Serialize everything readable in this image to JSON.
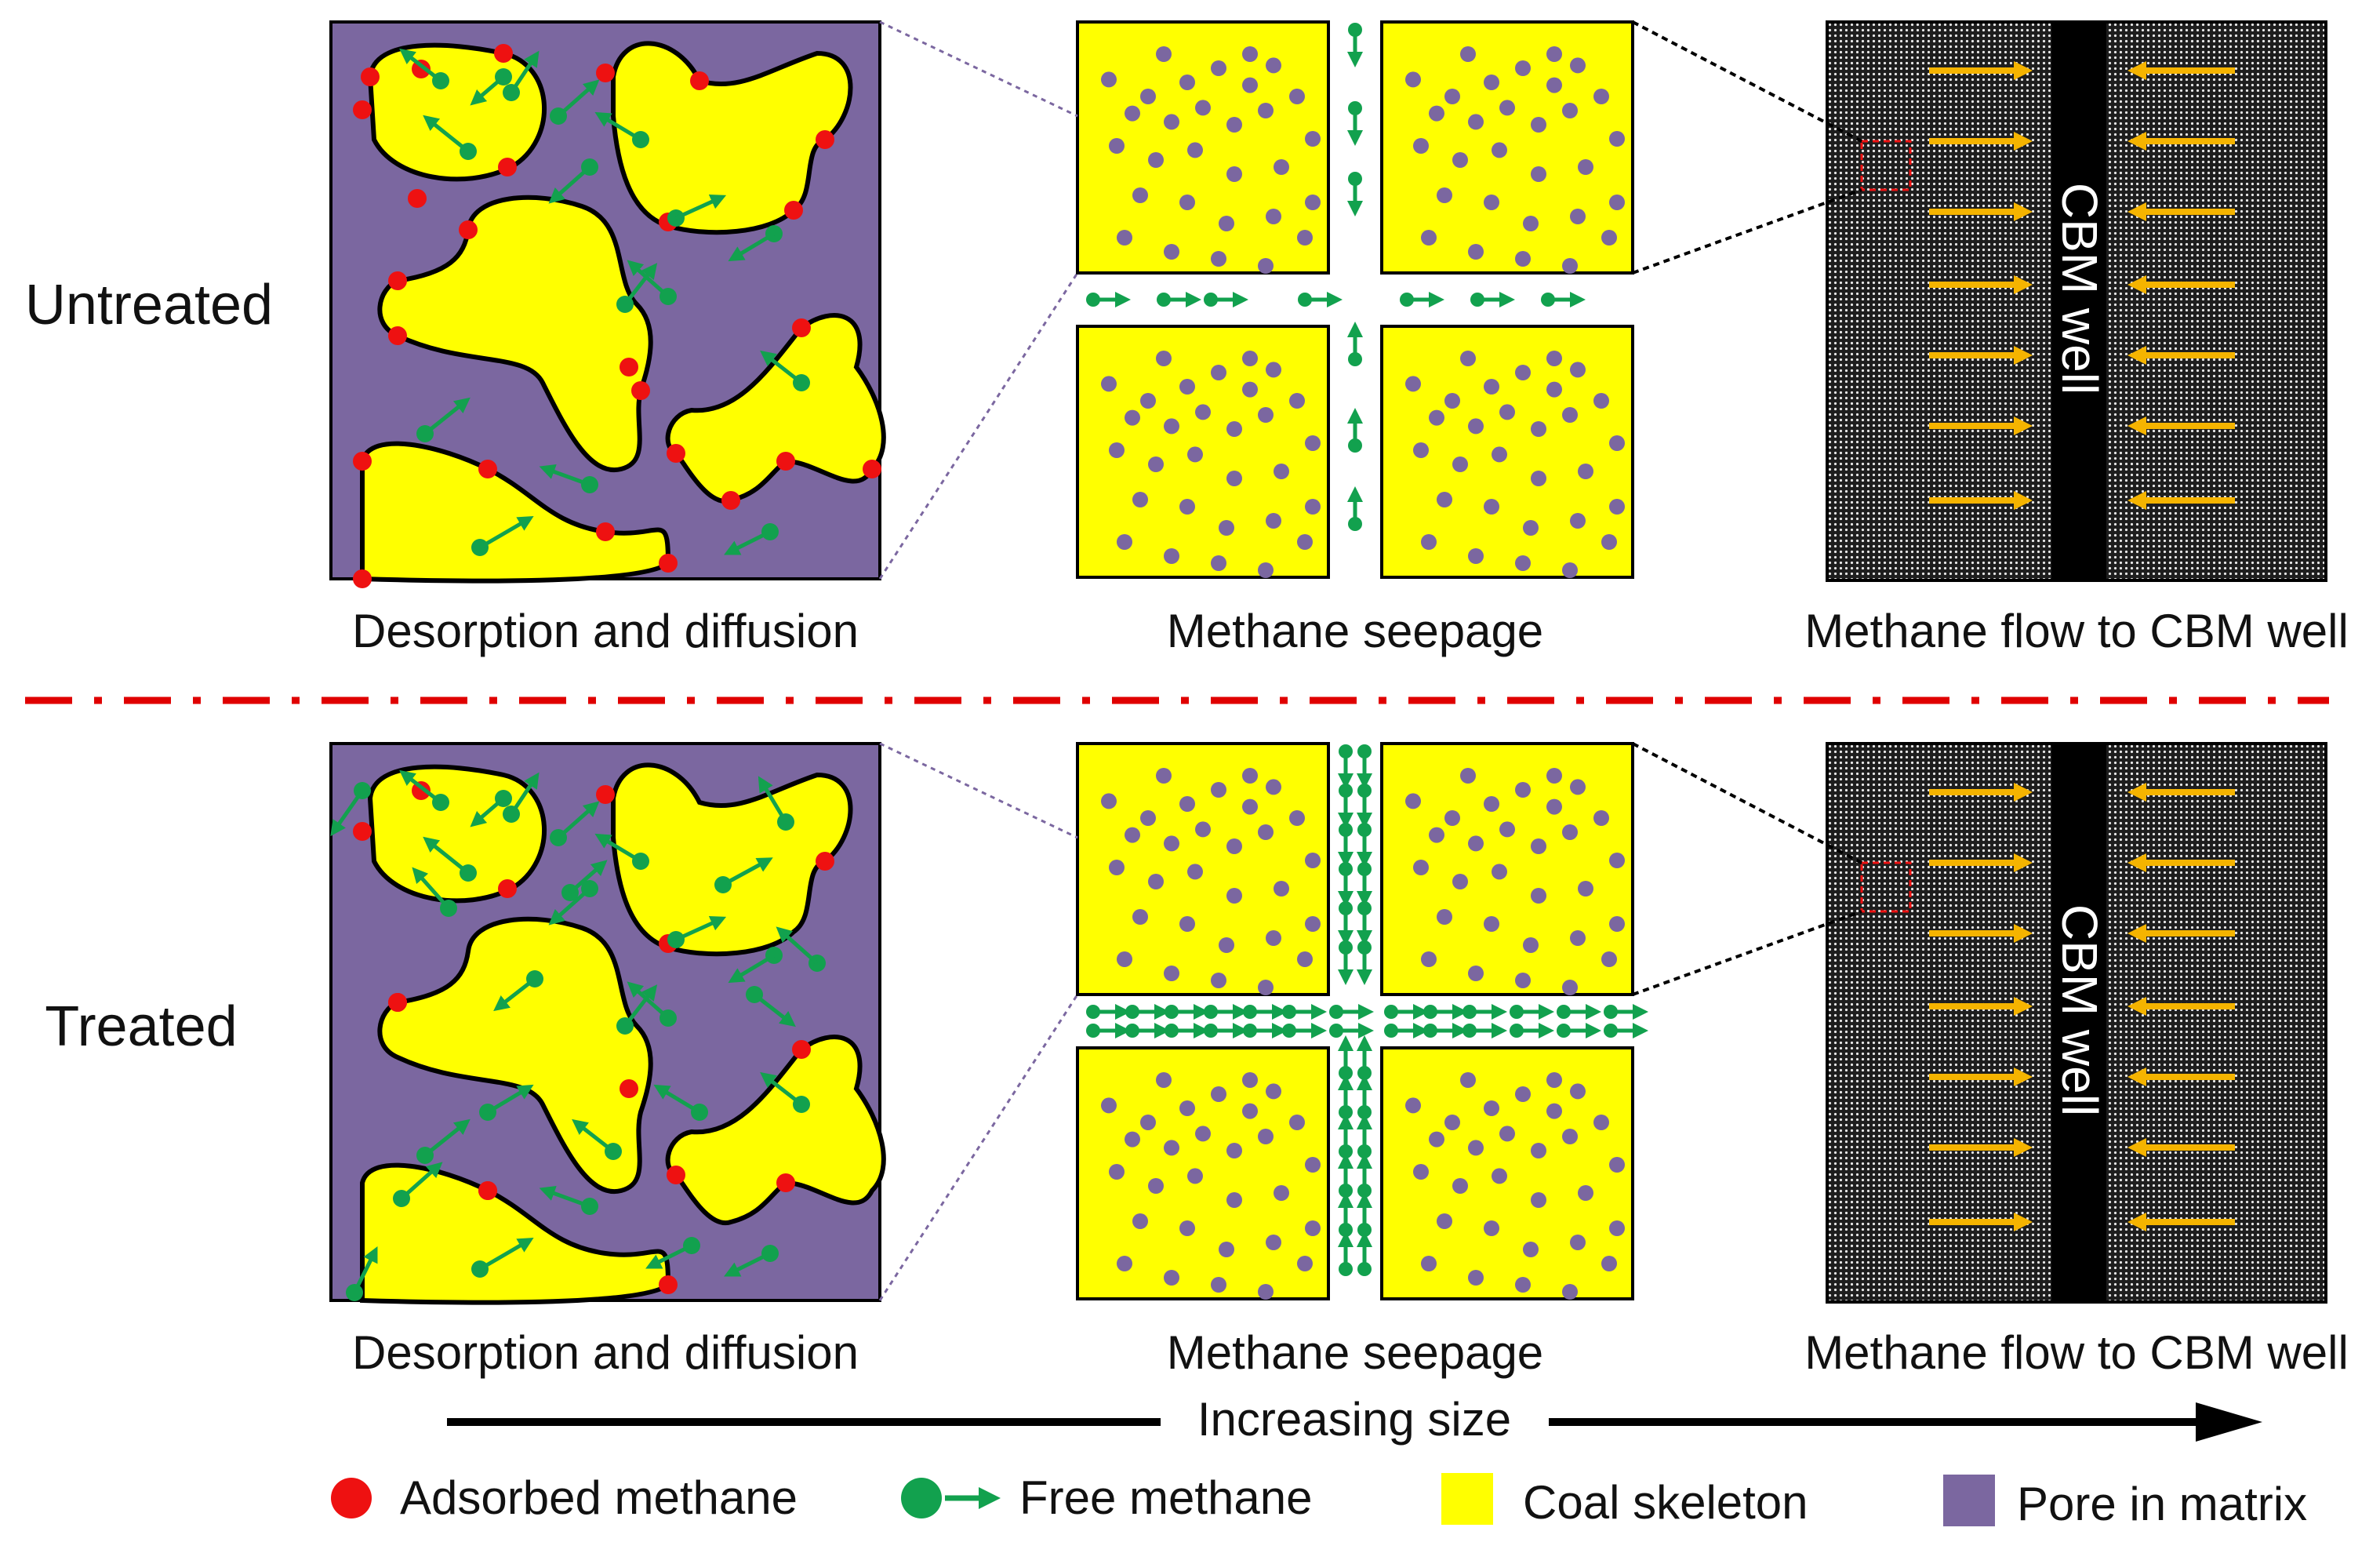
{
  "rows": [
    {
      "label": "Untreated",
      "matrix_caption": "Desorption and diffusion",
      "seepage_caption": "Methane seepage",
      "flow_caption": "Methane flow to CBM well",
      "well_label": "CBM well"
    },
    {
      "label": "Treated",
      "matrix_caption": "Desorption and diffusion",
      "seepage_caption": "Methane seepage",
      "flow_caption": "Methane flow to CBM well",
      "well_label": "CBM well"
    }
  ],
  "scale_arrow": {
    "label": "Increasing size"
  },
  "legend": [
    {
      "label": "Adsorbed methane",
      "icon": "red-dot-icon"
    },
    {
      "label": "Free methane",
      "icon": "green-dot-arrow-icon"
    },
    {
      "label": "Coal skeleton",
      "icon": "yellow-square-icon"
    },
    {
      "label": "Pore in matrix",
      "icon": "purple-square-icon"
    }
  ],
  "colors": {
    "pore": "#7b67a0",
    "coal": "#ffff00",
    "adsorbed": "#ee1111",
    "free": "#12a14e",
    "flow_arrow": "#f5b400",
    "separator": "#e00000",
    "well": "#000000",
    "formation": "#2a2a2a"
  }
}
